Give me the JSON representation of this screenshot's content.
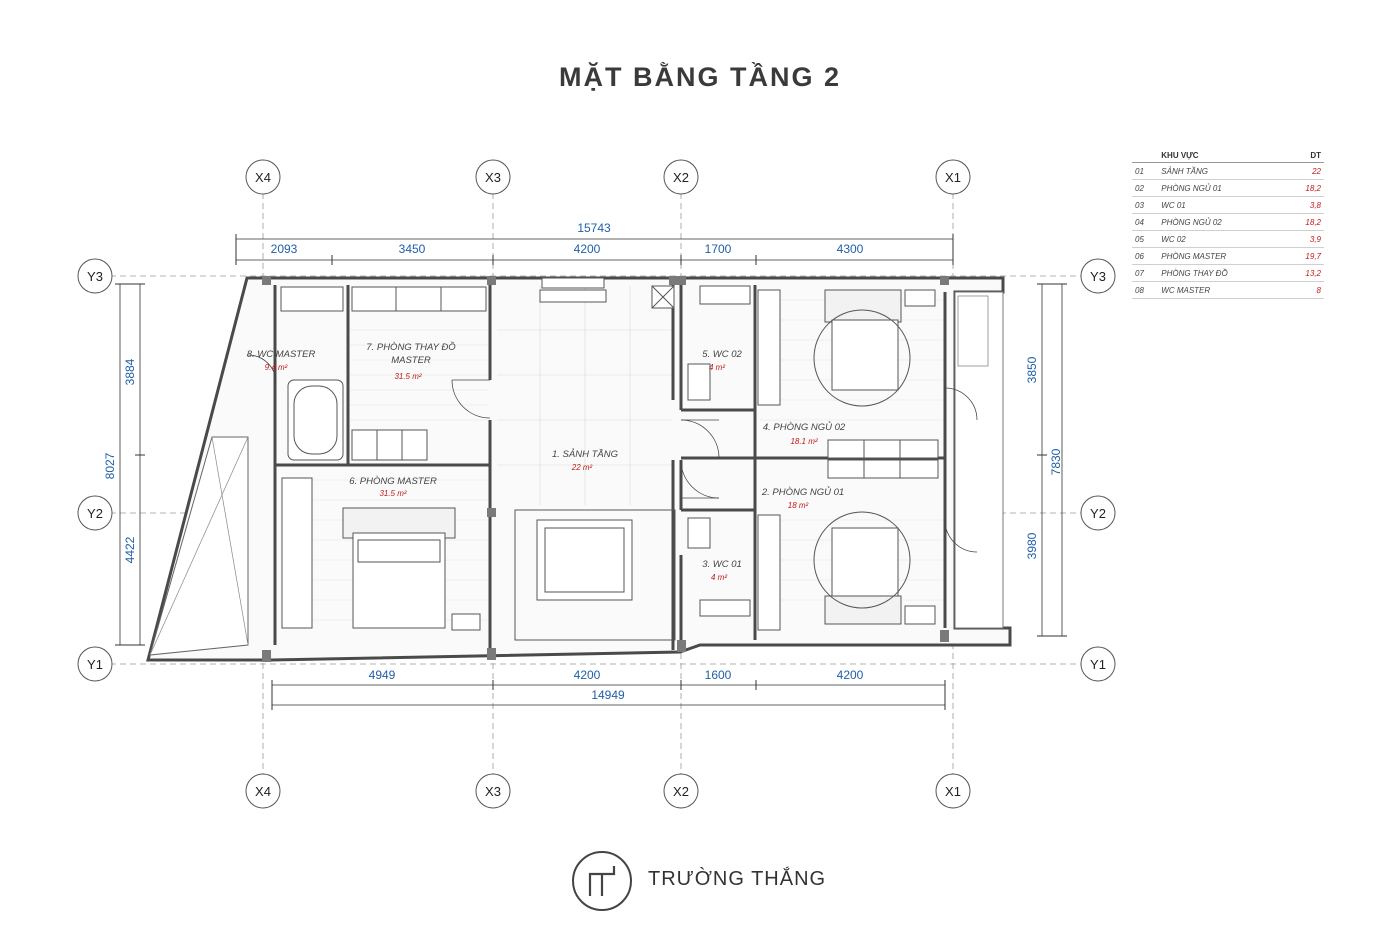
{
  "title": "MẶT BẰNG TẦNG 2",
  "axes": {
    "x": [
      "X4",
      "X3",
      "X2",
      "X1"
    ],
    "y": [
      "Y3",
      "Y2",
      "Y1"
    ]
  },
  "dimensions": {
    "top_total": "15743",
    "top_segments": [
      "2093",
      "3450",
      "4200",
      "1700",
      "4300"
    ],
    "bottom_segments": [
      "4949",
      "4200",
      "1600",
      "4200"
    ],
    "bottom_total": "14949",
    "left_total": "8027",
    "left_segments": [
      "3884",
      "4422"
    ],
    "right_total": "7830",
    "right_segments": [
      "3850",
      "3980"
    ]
  },
  "rooms": [
    {
      "name": "8. WC MASTER",
      "area": "9.4 m²"
    },
    {
      "name": "7. PHÒNG THAY ĐỒ",
      "name2": "MASTER",
      "area": "31.5 m²"
    },
    {
      "name": "1. SẢNH TẦNG",
      "area": "22 m²"
    },
    {
      "name": "5. WC 02",
      "area": "4 m²"
    },
    {
      "name": "4. PHÒNG NGỦ 02",
      "area": "18.1 m²"
    },
    {
      "name": "2. PHÒNG NGỦ 01",
      "area": "18 m²"
    },
    {
      "name": "3. WC 01",
      "area": "4 m²"
    },
    {
      "name": "6. PHÒNG MASTER",
      "area": "31.5 m²"
    }
  ],
  "legend": {
    "header_area": "KHU VỰC",
    "header_dt": "DT",
    "rows": [
      {
        "no": "01",
        "area": "SẢNH TẦNG",
        "dt": "22"
      },
      {
        "no": "02",
        "area": "PHÒNG NGỦ 01",
        "dt": "18,2"
      },
      {
        "no": "03",
        "area": "WC 01",
        "dt": "3,8"
      },
      {
        "no": "04",
        "area": "PHÒNG NGỦ 02",
        "dt": "18,2"
      },
      {
        "no": "05",
        "area": "WC 02",
        "dt": "3,9"
      },
      {
        "no": "06",
        "area": "PHÒNG MASTER",
        "dt": "19,7"
      },
      {
        "no": "07",
        "area": "PHÒNG THAY ĐỒ",
        "dt": "13,2"
      },
      {
        "no": "08",
        "area": "WC MASTER",
        "dt": "8"
      }
    ]
  },
  "brand": "TRƯỜNG THẮNG",
  "colors": {
    "dimension": "#1f5fa8",
    "area": "#c01818",
    "wall": "#4a4a4a"
  }
}
